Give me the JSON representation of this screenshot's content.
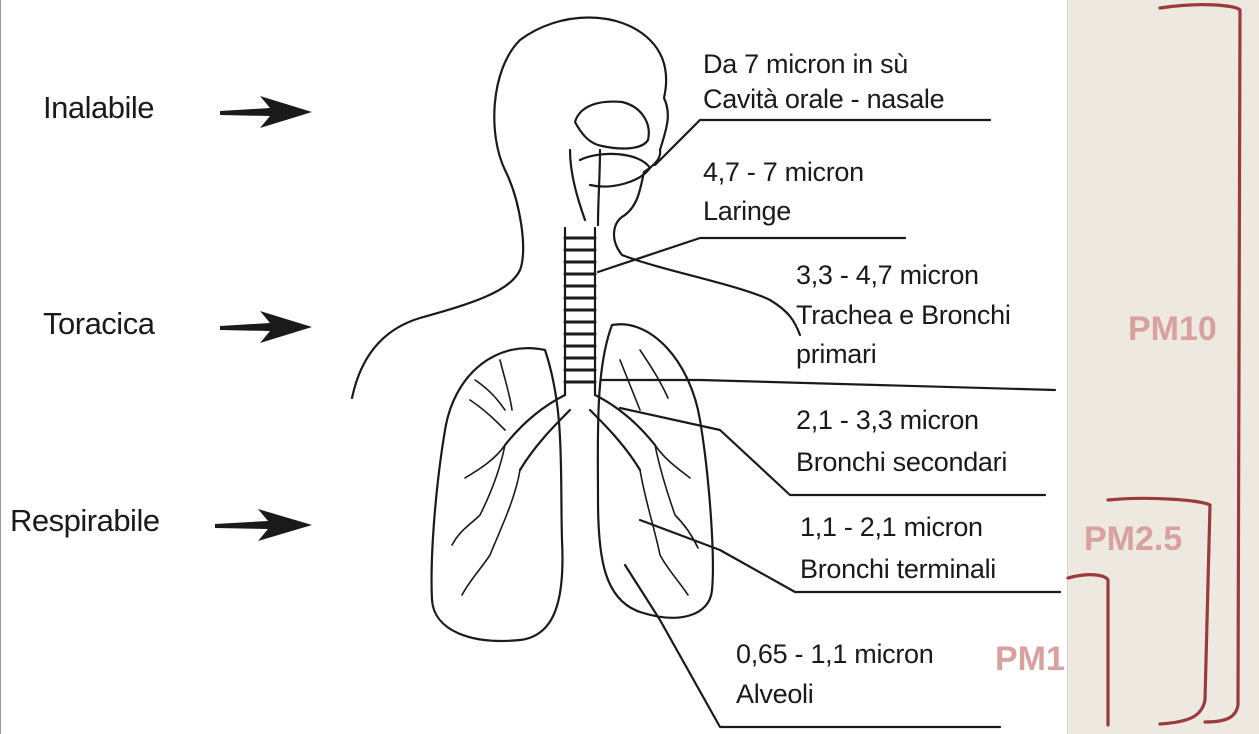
{
  "categories": {
    "inhalable": "Inalabile",
    "thoracic": "Toracica",
    "respirable": "Respirabile"
  },
  "size_labels": [
    {
      "range": "Da 7 micron in sù",
      "site": "Cavità orale - nasale"
    },
    {
      "range": "4,7 - 7 micron",
      "site": "Laringe"
    },
    {
      "range": "3,3 - 4,7 micron",
      "site": "Trachea e Bronchi",
      "site2": "primari"
    },
    {
      "range": "2,1 - 3,3 micron",
      "site": "Bronchi secondari"
    },
    {
      "range": "1,1 - 2,1 micron",
      "site": "Bronchi terminali"
    },
    {
      "range": "0,65 - 1,1 micron",
      "site": "Alveoli"
    }
  ],
  "pm_labels": {
    "pm10": "PM10",
    "pm25": "PM2.5",
    "pm1": "PM1"
  },
  "colors": {
    "pm_text": "#d9a0a0",
    "bracket": "#9a3a3a",
    "side_panel": "#ede9e1",
    "line_art": "#1a1a1a"
  }
}
